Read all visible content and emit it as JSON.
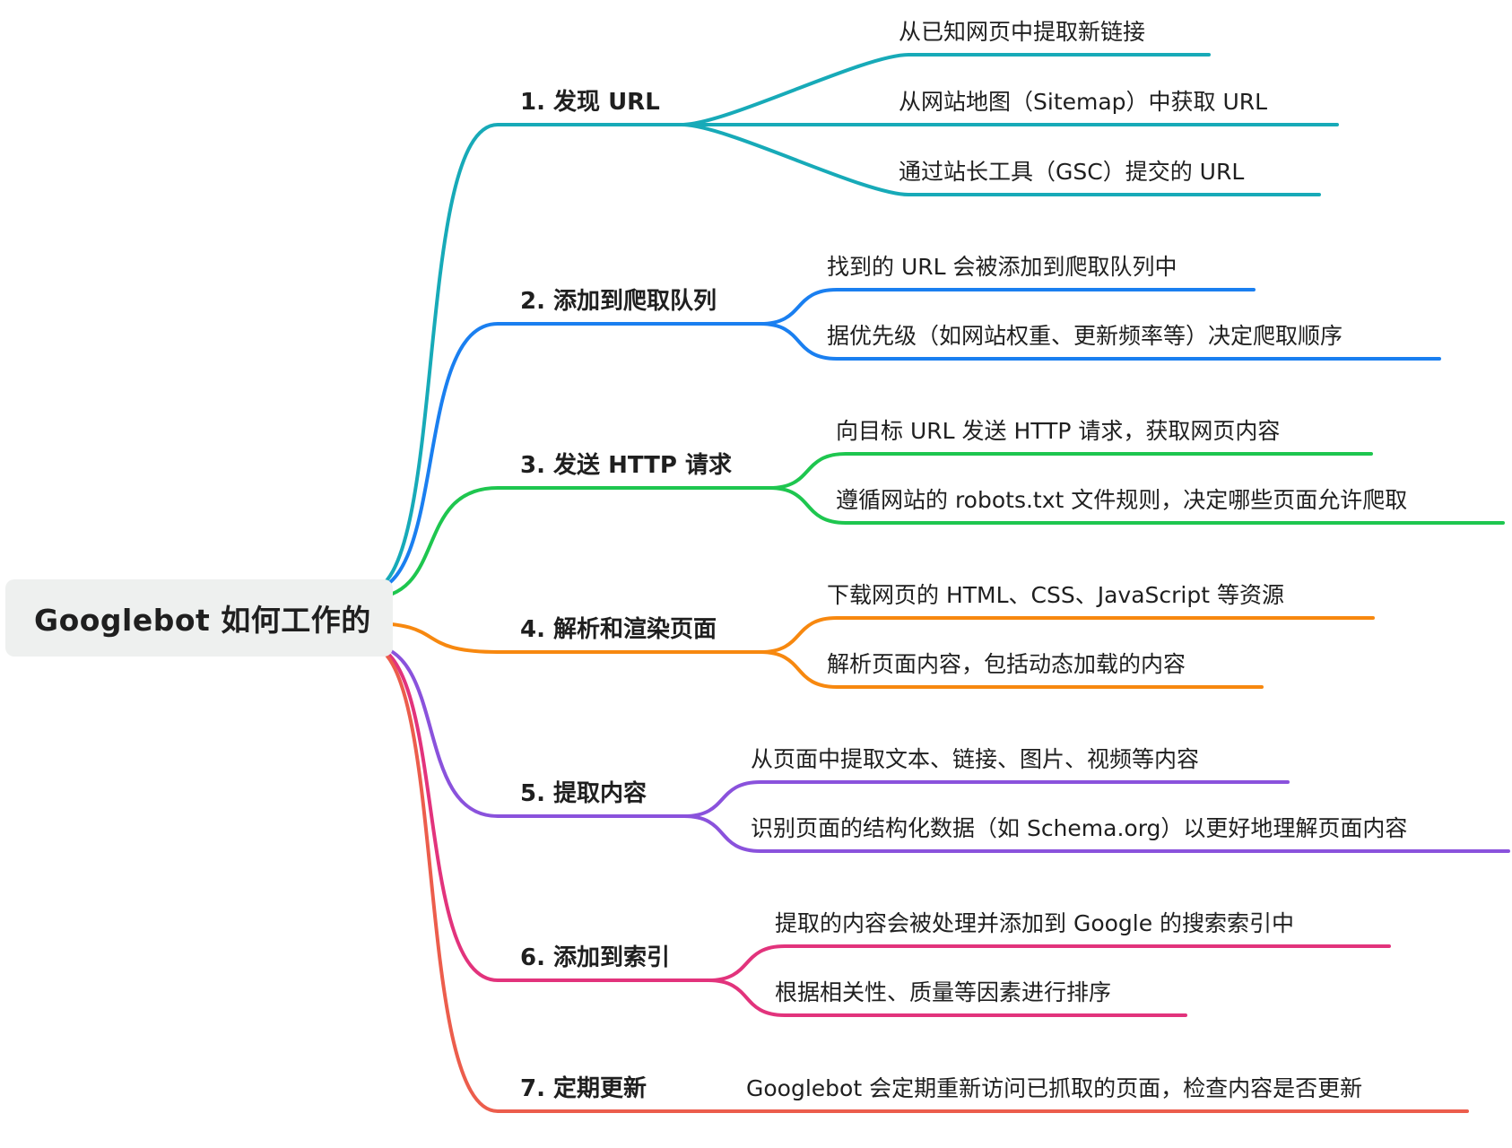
{
  "root": {
    "label": "Googlebot 如何工作的"
  },
  "branches": [
    {
      "label": "1. 发现 URL",
      "color": "#17aab8",
      "children": [
        "从已知网页中提取新链接",
        "从网站地图（Sitemap）中获取 URL",
        "通过站长工具（GSC）提交的 URL"
      ]
    },
    {
      "label": "2. 添加到爬取队列",
      "color": "#1a7ff0",
      "children": [
        "找到的 URL 会被添加到爬取队列中",
        "据优先级（如网站权重、更新频率等）决定爬取顺序"
      ]
    },
    {
      "label": "3. 发送 HTTP 请求",
      "color": "#1ec64f",
      "children": [
        "向目标 URL 发送 HTTP 请求，获取网页内容",
        "遵循网站的 robots.txt 文件规则，决定哪些页面允许爬取"
      ]
    },
    {
      "label": "4. 解析和渲染页面",
      "color": "#f7880f",
      "children": [
        "下载网页的 HTML、CSS、JavaScript 等资源",
        "解析页面内容，包括动态加载的内容"
      ]
    },
    {
      "label": "5. 提取内容",
      "color": "#8a52dc",
      "children": [
        "从页面中提取文本、链接、图片、视频等内容",
        "识别页面的结构化数据（如 Schema.org）以更好地理解页面内容"
      ]
    },
    {
      "label": "6. 添加到索引",
      "color": "#e2337c",
      "children": [
        "提取的内容会被处理并添加到 Google 的搜索索引中",
        "根据相关性、质量等因素进行排序"
      ]
    },
    {
      "label": "7. 定期更新",
      "color": "#ec5d4c",
      "children": [
        "Googlebot 会定期重新访问已抓取的页面，检查内容是否更新"
      ]
    }
  ]
}
